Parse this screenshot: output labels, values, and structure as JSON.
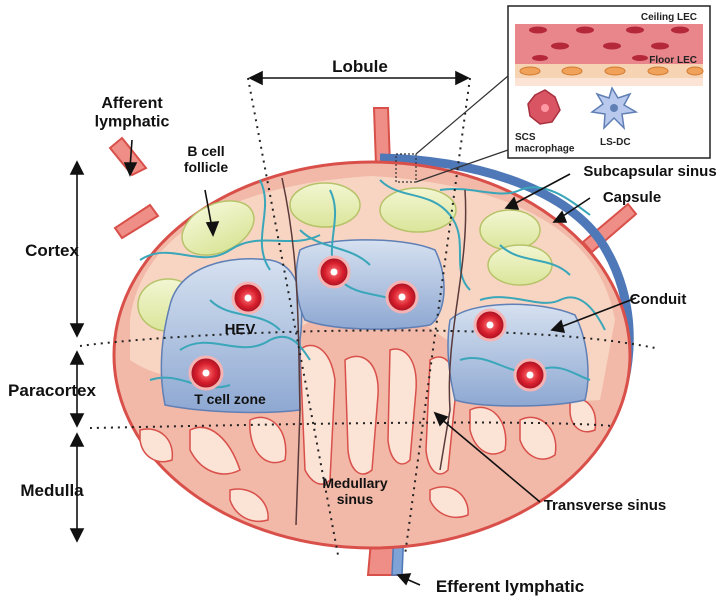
{
  "labels": {
    "lobule": "Lobule",
    "afferent_lymphatic": "Afferent\nlymphatic",
    "b_cell_follicle": "B cell\nfollicle",
    "cortex": "Cortex",
    "paracortex": "Paracortex",
    "medulla": "Medulla",
    "hev": "HEV",
    "t_cell_zone": "T cell zone",
    "subcapsular_sinus": "Subcapsular sinus",
    "capsule": "Capsule",
    "conduit": "Conduit",
    "medullary_sinus": "Medullary\nsinus",
    "transverse_sinus": "Transverse sinus",
    "efferent_lymphatic": "Efferent lymphatic"
  },
  "inset": {
    "ceiling_lec": "Ceiling LEC",
    "floor_lec": "Floor LEC",
    "scs_macrophage": "SCS\nmacrophage",
    "ls_dc": "LS-DC"
  },
  "colors": {
    "node_fill": "#f2b8a8",
    "node_outline": "#d9504a",
    "capsule_blue": "#4f78b8",
    "follicle": "#e8efb4",
    "t_zone": "#a9bfdf",
    "conduit": "#3aa6b9",
    "hev_red": "#d81f2e",
    "cortex_bg": "#f8d6c3"
  }
}
